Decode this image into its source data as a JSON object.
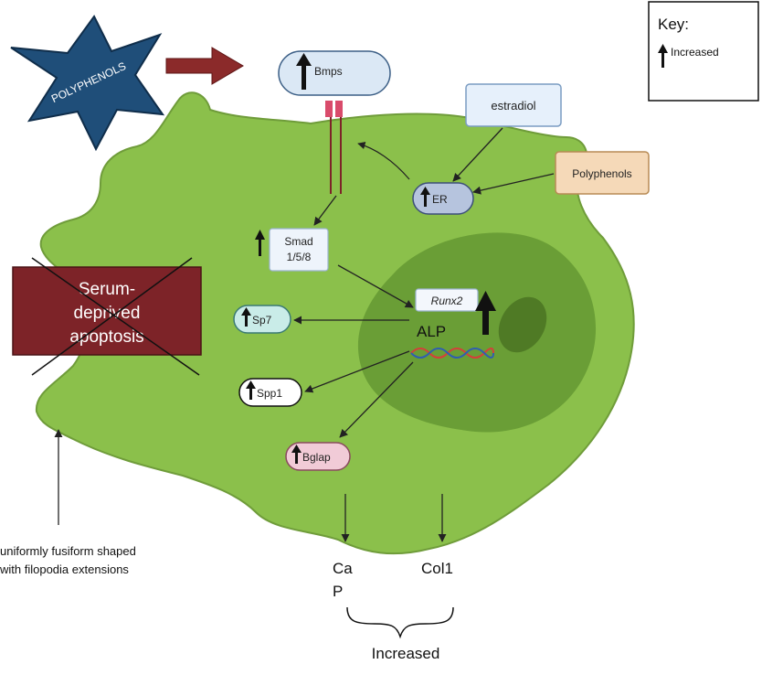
{
  "key": {
    "title": "Key:",
    "increased": "Increased"
  },
  "trigger": {
    "label": "POLYPHENOLS"
  },
  "nodes": {
    "bmps": "Bmps",
    "estradiol": "estradiol",
    "polyphenols_box": "Polyphenols",
    "er": "ER",
    "smad_line1": "Smad",
    "smad_line2": "1/5/8",
    "runx2": "Runx2",
    "alp": "ALP",
    "sp7": "Sp7",
    "spp1": "Spp1",
    "bglap": "Bglap"
  },
  "apoptosis": {
    "line1": "Serum-",
    "line2": "deprived",
    "line3": "apoptosis"
  },
  "morphology": {
    "line1": "uniformly fusiform shaped",
    "line2": "with filopodia extensions"
  },
  "outputs": {
    "cap_line1": "Ca",
    "cap_line2": "P",
    "col1": "Col1",
    "bracket_label": "Increased"
  },
  "colors": {
    "cell": "#8bc04b",
    "nucleus": "#6a9e36",
    "nucleolus": "#4f7a25",
    "star": "#1f4e79",
    "apoptosis_box": "#7d2328",
    "trigger_arrow": "#8b2a2a"
  }
}
